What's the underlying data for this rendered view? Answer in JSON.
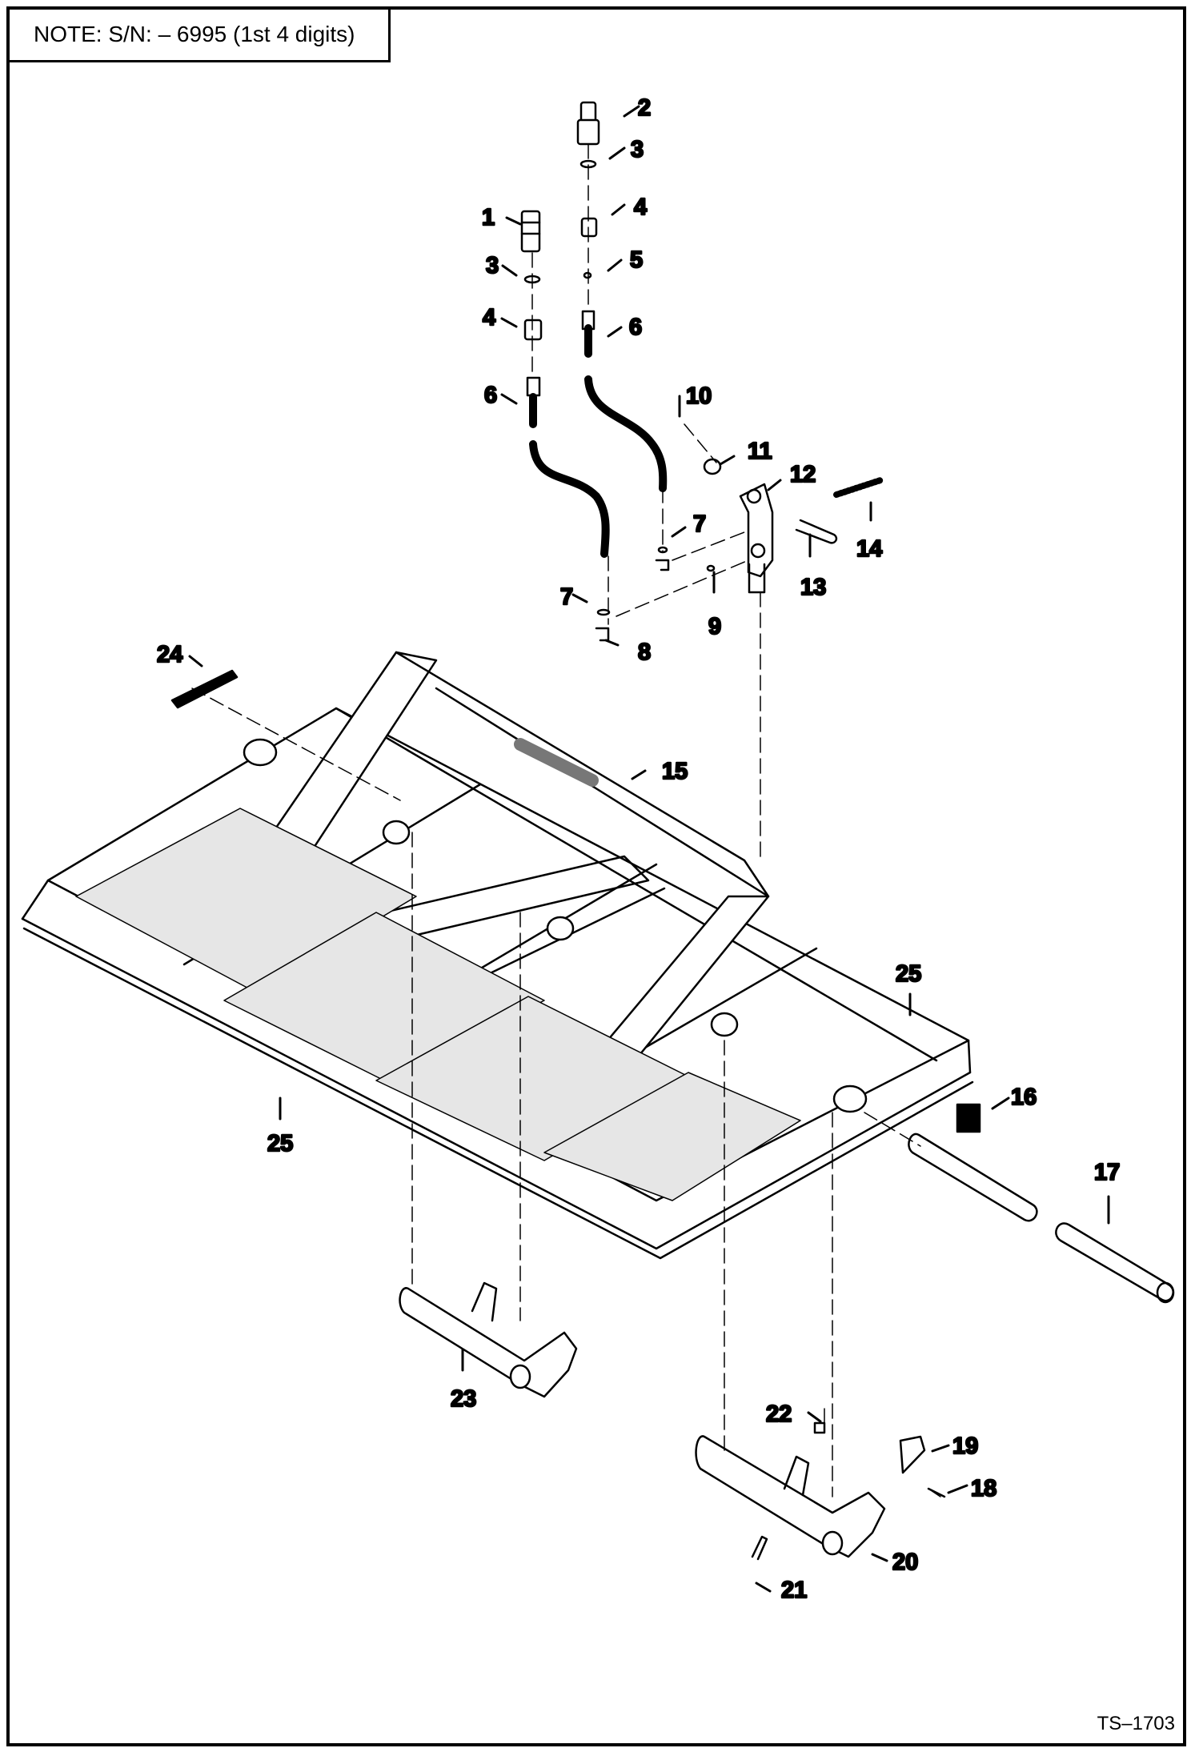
{
  "note": "NOTE:  S/N: – 6995 (1st 4 digits)",
  "drawing_code": "TS–1703",
  "callouts": [
    {
      "id": "c1",
      "label": "1"
    },
    {
      "id": "c2",
      "label": "2"
    },
    {
      "id": "c3a",
      "label": "3"
    },
    {
      "id": "c3b",
      "label": "3"
    },
    {
      "id": "c4a",
      "label": "4"
    },
    {
      "id": "c4b",
      "label": "4"
    },
    {
      "id": "c5",
      "label": "5"
    },
    {
      "id": "c6a",
      "label": "6"
    },
    {
      "id": "c6b",
      "label": "6"
    },
    {
      "id": "c7a",
      "label": "7"
    },
    {
      "id": "c7b",
      "label": "7"
    },
    {
      "id": "c8",
      "label": "8"
    },
    {
      "id": "c9",
      "label": "9"
    },
    {
      "id": "c10",
      "label": "10"
    },
    {
      "id": "c11",
      "label": "11"
    },
    {
      "id": "c12",
      "label": "12"
    },
    {
      "id": "c13",
      "label": "13"
    },
    {
      "id": "c14",
      "label": "14"
    },
    {
      "id": "c15",
      "label": "15"
    },
    {
      "id": "c16",
      "label": "16"
    },
    {
      "id": "c17",
      "label": "17"
    },
    {
      "id": "c18",
      "label": "18"
    },
    {
      "id": "c19",
      "label": "19"
    },
    {
      "id": "c20",
      "label": "20"
    },
    {
      "id": "c21",
      "label": "21"
    },
    {
      "id": "c22",
      "label": "22"
    },
    {
      "id": "c23",
      "label": "23"
    },
    {
      "id": "c24",
      "label": "24"
    },
    {
      "id": "c25a",
      "label": "25"
    },
    {
      "id": "c25b",
      "label": "25"
    }
  ]
}
